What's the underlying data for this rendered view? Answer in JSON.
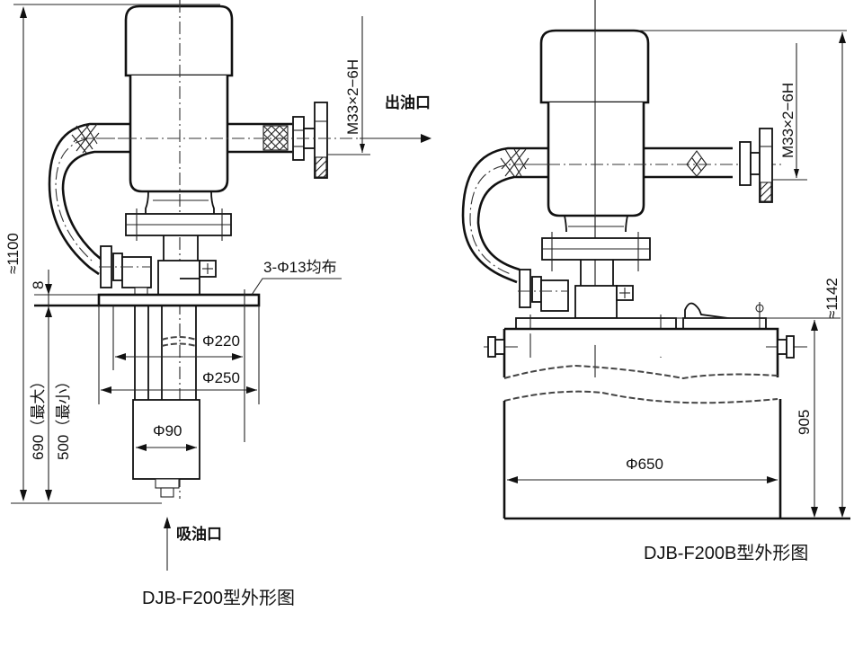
{
  "figures": [
    {
      "id": "djb-f200",
      "caption": "DJB-F200型外形图",
      "outlet_label": "出油口",
      "inlet_label": "吸油口",
      "thread_spec": "M33×2−6H",
      "overall_height": "≈1100",
      "flange_thickness": "8",
      "max_depth": "690（最大）",
      "min_depth": "500（最小）",
      "hole_spec": "3-Φ13均布",
      "dim_bolt_circle": "Φ220",
      "dim_flange": "Φ250",
      "dim_suction_pipe": "Φ90"
    },
    {
      "id": "djb-f200b",
      "caption": "DJB-F200B型外形图",
      "thread_spec": "M33×2−6H",
      "overall_height": "≈1142",
      "tank_height": "905",
      "tank_diameter": "Φ650"
    }
  ]
}
